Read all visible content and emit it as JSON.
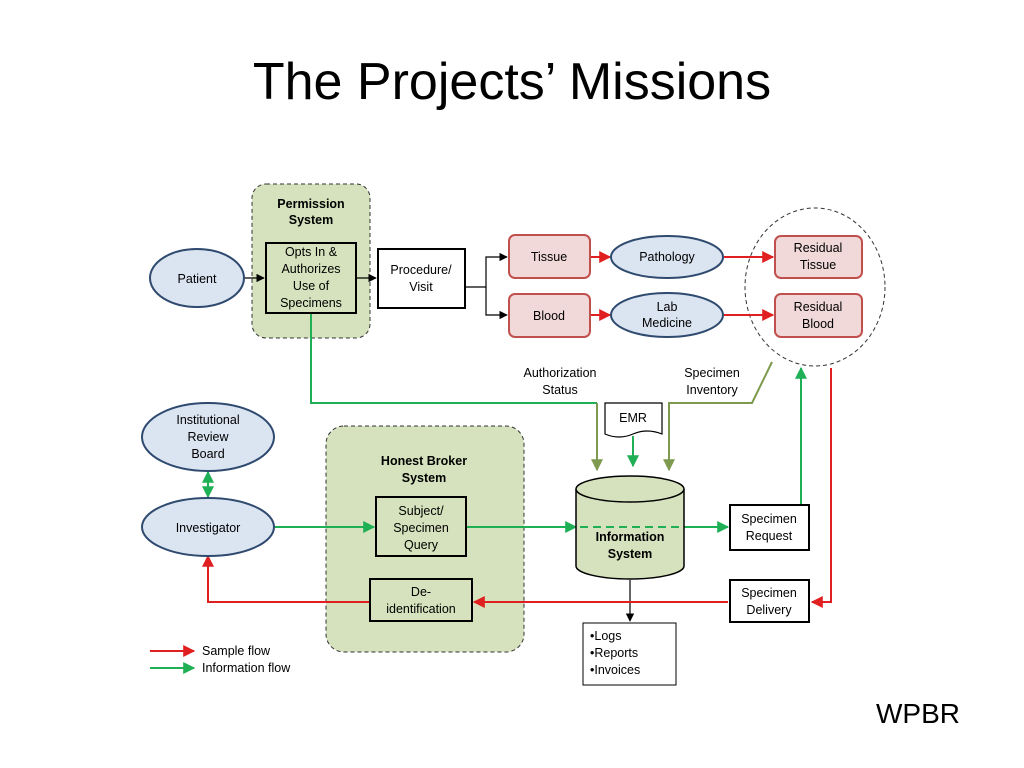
{
  "slide": {
    "title": "The Projects’ Missions",
    "footer": "WPBR"
  },
  "colors": {
    "sample_flow": "#e02020",
    "info_flow": "#1fb055",
    "olive_flow": "#7e9a4e",
    "group_fill": "#d6e2bd",
    "oval_fill": "#dbe5f1",
    "oval_stroke": "#2f4a6f",
    "specimen_fill": "#f2d9d9",
    "specimen_stroke": "#c0504d",
    "db_fill": "#d6e2bd"
  },
  "nodes": {
    "permission_system": [
      "Permission",
      "System"
    ],
    "opts_in": [
      "Opts In &",
      "Authorizes",
      "Use of",
      "Specimens"
    ],
    "patient": [
      "Patient"
    ],
    "procedure": [
      "Procedure/",
      "Visit"
    ],
    "tissue": [
      "Tissue"
    ],
    "blood": [
      "Blood"
    ],
    "pathology": [
      "Pathology"
    ],
    "lab_medicine": [
      "Lab",
      "Medicine"
    ],
    "residual_tissue": [
      "Residual",
      "Tissue"
    ],
    "residual_blood": [
      "Residual",
      "Blood"
    ],
    "authorization_status": [
      "Authorization",
      "Status"
    ],
    "specimen_inventory": [
      "Specimen",
      "Inventory"
    ],
    "emr": [
      "EMR"
    ],
    "irb": [
      "Institutional",
      "Review",
      "Board"
    ],
    "investigator": [
      "Investigator"
    ],
    "honest_broker": [
      "Honest Broker",
      "System"
    ],
    "subject_query": [
      "Subject/",
      "Specimen",
      "Query"
    ],
    "deidentification": [
      "De-",
      "identification"
    ],
    "information_system": [
      "Information",
      "System"
    ],
    "specimen_request": [
      "Specimen",
      "Request"
    ],
    "specimen_delivery": [
      "Specimen",
      "Delivery"
    ],
    "outputs": [
      "•Logs",
      "•Reports",
      "•Invoices"
    ]
  },
  "legend": {
    "sample_flow": "Sample flow",
    "information_flow": "Information flow"
  }
}
